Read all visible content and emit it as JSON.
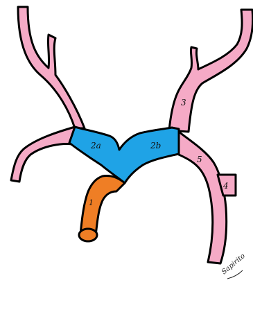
{
  "labels": {
    "seg_1": "1",
    "seg_2a": "2a",
    "seg_2b": "2b",
    "seg_3": "3",
    "seg_4": "4",
    "seg_5": "5"
  },
  "signature": "Sapirito",
  "colors": {
    "vessel_pink": "#f5aac6",
    "segment_blue": "#1fa3e6",
    "segment_orange": "#ef7e25",
    "outline": "#000000",
    "background": "#ffffff"
  }
}
